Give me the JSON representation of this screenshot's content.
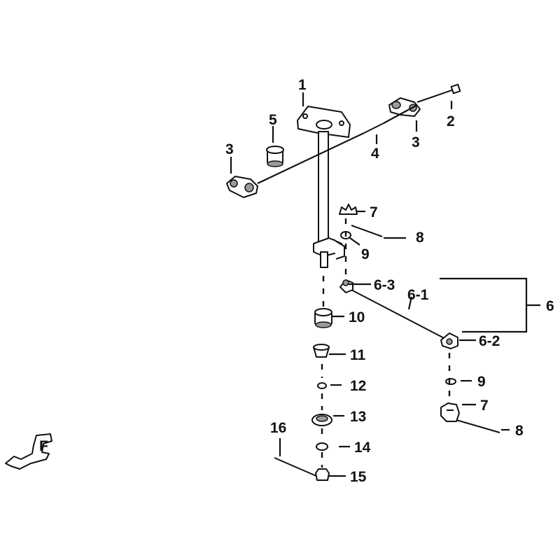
{
  "diagram": {
    "callouts": [
      {
        "id": "c1",
        "text": "1"
      },
      {
        "id": "c2",
        "text": "2"
      },
      {
        "id": "c3a",
        "text": "3"
      },
      {
        "id": "c3b",
        "text": "3"
      },
      {
        "id": "c4",
        "text": "4"
      },
      {
        "id": "c5",
        "text": "5"
      },
      {
        "id": "c6",
        "text": "6"
      },
      {
        "id": "c6-1",
        "text": "6-1"
      },
      {
        "id": "c6-2",
        "text": "6-2"
      },
      {
        "id": "c6-3",
        "text": "6-3"
      },
      {
        "id": "c7a",
        "text": "7"
      },
      {
        "id": "c7b",
        "text": "7"
      },
      {
        "id": "c8a",
        "text": "8"
      },
      {
        "id": "c8b",
        "text": "8"
      },
      {
        "id": "c9a",
        "text": "9"
      },
      {
        "id": "c9b",
        "text": "9"
      },
      {
        "id": "c10",
        "text": "10"
      },
      {
        "id": "c11",
        "text": "11"
      },
      {
        "id": "c12",
        "text": "12"
      },
      {
        "id": "c13",
        "text": "13"
      },
      {
        "id": "c14",
        "text": "14"
      },
      {
        "id": "c15",
        "text": "15"
      },
      {
        "id": "c16",
        "text": "16"
      }
    ],
    "front_marker_letter": "F"
  }
}
